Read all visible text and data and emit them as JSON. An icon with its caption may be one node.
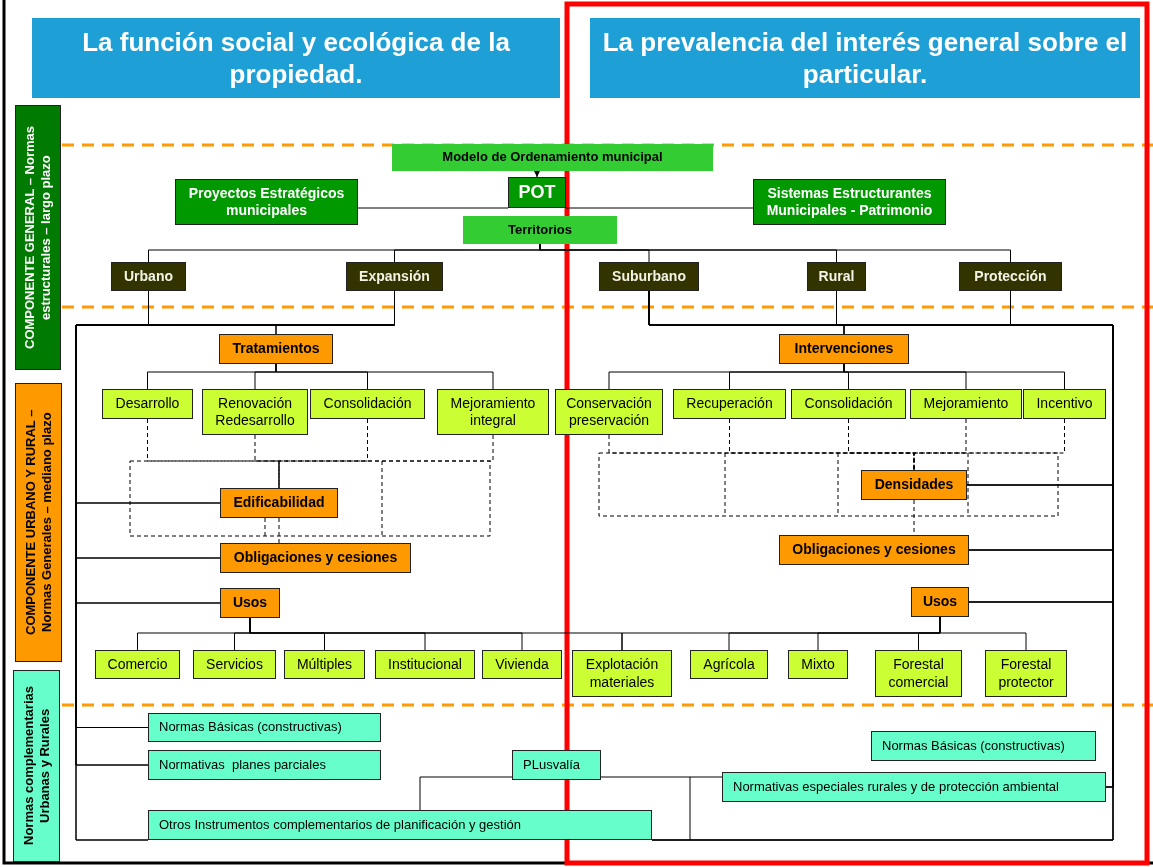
{
  "diagram": {
    "nodes": [
      {
        "text": [
          "La función social y ecológica de la propiedad."
        ]
      },
      {
        "text": [
          "La prevalencia del interés general sobre el particular."
        ]
      },
      {
        "text": [
          "COMPONENTE GENERAL – Normas estructurales – largo plazo"
        ]
      },
      {
        "text": [
          "COMPONENTE URBANO Y RURAL – Normas Generales – mediano plazo"
        ]
      },
      {
        "text": [
          "Normas complementarias Urbanas y Rurales"
        ]
      },
      {
        "text": [
          "Modelo de Ordenamiento municipal"
        ]
      },
      {
        "text": [
          "POT"
        ]
      },
      {
        "text": [
          "Proyectos Estratégicos municipales"
        ]
      },
      {
        "text": [
          "Sistemas Estructurantes Municipales - Patrimonio"
        ]
      },
      {
        "text": [
          "Territorios"
        ]
      },
      {
        "text": [
          "Urbano"
        ]
      },
      {
        "text": [
          "Expansión"
        ]
      },
      {
        "text": [
          "Suburbano"
        ]
      },
      {
        "text": [
          "Rural"
        ]
      },
      {
        "text": [
          "Protección"
        ]
      },
      {
        "text": [
          "Tratamientos"
        ]
      },
      {
        "text": [
          "Desarrollo"
        ]
      },
      {
        "text": [
          "Renovación Redesarrollo"
        ]
      },
      {
        "text": [
          "Consolidación"
        ]
      },
      {
        "text": [
          "Mejoramiento integral"
        ]
      },
      {
        "text": [
          "Edificabilidad"
        ]
      },
      {
        "text": [
          "Obligaciones y cesiones"
        ]
      },
      {
        "text": [
          "Usos"
        ]
      },
      {
        "text": [
          "Comercio"
        ]
      },
      {
        "text": [
          "Servicios"
        ]
      },
      {
        "text": [
          "Múltiples"
        ]
      },
      {
        "text": [
          "Institucional"
        ]
      },
      {
        "text": [
          "Vivienda"
        ]
      },
      {
        "text": [
          "Explotación materiales"
        ]
      },
      {
        "text": [
          "Agrícola"
        ]
      },
      {
        "text": [
          "Mixto"
        ]
      },
      {
        "text": [
          "Forestal comercial"
        ]
      },
      {
        "text": [
          "Forestal protector"
        ]
      },
      {
        "text": [
          "Intervenciones"
        ]
      },
      {
        "text": [
          "Conservación preservación"
        ]
      },
      {
        "text": [
          "Recuperación"
        ]
      },
      {
        "text": [
          "Consolidación"
        ]
      },
      {
        "text": [
          "Mejoramiento"
        ]
      },
      {
        "text": [
          "Incentivo"
        ]
      },
      {
        "text": [
          "Densidades"
        ]
      },
      {
        "text": [
          "Obligaciones y cesiones"
        ]
      },
      {
        "text": [
          "Usos"
        ]
      },
      {
        "text": [
          "Normas Básicas (constructivas)"
        ]
      },
      {
        "text": [
          "Normativas  planes parciales"
        ]
      },
      {
        "text": [
          "PLusvalía"
        ]
      },
      {
        "text": [
          "Otros Instrumentos complementarios de planificación y gestión"
        ]
      },
      {
        "text": [
          "Normas Básicas (constructivas)"
        ]
      },
      {
        "text": [
          "Normativas especiales rurales y de protección ambiental"
        ]
      }
    ],
    "edges": [
      {
        "from": 5,
        "to": 6,
        "arrow": "to"
      },
      {
        "from": 7,
        "to": 6,
        "arrow": "none"
      },
      {
        "from": 6,
        "to": 8,
        "arrow": "none"
      },
      {
        "from": 9,
        "to": 10,
        "arrow": "none"
      },
      {
        "from": 9,
        "to": 11,
        "arrow": "none"
      },
      {
        "from": 9,
        "to": 12,
        "arrow": "none"
      },
      {
        "from": 9,
        "to": 13,
        "arrow": "none"
      },
      {
        "from": 9,
        "to": 14,
        "arrow": "none"
      },
      {
        "from": 10,
        "to": 15,
        "arrow": "none"
      },
      {
        "from": 11,
        "to": 15,
        "arrow": "none"
      },
      {
        "from": 15,
        "to": 16,
        "arrow": "none"
      },
      {
        "from": 15,
        "to": 17,
        "arrow": "none"
      },
      {
        "from": 15,
        "to": 18,
        "arrow": "none"
      },
      {
        "from": 15,
        "to": 19,
        "arrow": "none"
      },
      {
        "from": 16,
        "to": 20,
        "arrow": "none",
        "style": "dashed"
      },
      {
        "from": 17,
        "to": 20,
        "arrow": "none",
        "style": "dashed"
      },
      {
        "from": 18,
        "to": 20,
        "arrow": "none",
        "style": "dashed"
      },
      {
        "from": 19,
        "to": 20,
        "arrow": "none",
        "style": "dashed"
      },
      {
        "from": 20,
        "to": 21,
        "arrow": "none",
        "style": "dashed"
      },
      {
        "from": 10,
        "to": 20,
        "arrow": "none"
      },
      {
        "from": 10,
        "to": 21,
        "arrow": "none"
      },
      {
        "from": 10,
        "to": 22,
        "arrow": "none"
      },
      {
        "from": 10,
        "to": 42,
        "arrow": "none"
      },
      {
        "from": 10,
        "to": 43,
        "arrow": "none"
      },
      {
        "from": 10,
        "to": 45,
        "arrow": "none"
      },
      {
        "from": 11,
        "to": 20,
        "arrow": "none"
      },
      {
        "from": 11,
        "to": 21,
        "arrow": "none"
      },
      {
        "from": 11,
        "to": 22,
        "arrow": "none"
      },
      {
        "from": 11,
        "to": 42,
        "arrow": "none"
      },
      {
        "from": 11,
        "to": 43,
        "arrow": "none"
      },
      {
        "from": 11,
        "to": 45,
        "arrow": "none"
      },
      {
        "from": 22,
        "to": 23,
        "arrow": "none"
      },
      {
        "from": 22,
        "to": 24,
        "arrow": "none"
      },
      {
        "from": 22,
        "to": 25,
        "arrow": "none"
      },
      {
        "from": 22,
        "to": 26,
        "arrow": "none"
      },
      {
        "from": 22,
        "to": 27,
        "arrow": "none"
      },
      {
        "from": 22,
        "to": 28,
        "arrow": "none"
      },
      {
        "from": 41,
        "to": 28,
        "arrow": "none"
      },
      {
        "from": 41,
        "to": 29,
        "arrow": "none"
      },
      {
        "from": 41,
        "to": 30,
        "arrow": "none"
      },
      {
        "from": 41,
        "to": 31,
        "arrow": "none"
      },
      {
        "from": 41,
        "to": 32,
        "arrow": "none"
      },
      {
        "from": 12,
        "to": 33,
        "arrow": "none"
      },
      {
        "from": 13,
        "to": 33,
        "arrow": "none"
      },
      {
        "from": 14,
        "to": 33,
        "arrow": "none"
      },
      {
        "from": 33,
        "to": 34,
        "arrow": "none"
      },
      {
        "from": 33,
        "to": 35,
        "arrow": "none"
      },
      {
        "from": 33,
        "to": 36,
        "arrow": "none"
      },
      {
        "from": 33,
        "to": 37,
        "arrow": "none"
      },
      {
        "from": 33,
        "to": 38,
        "arrow": "none"
      },
      {
        "from": 34,
        "to": 39,
        "arrow": "none",
        "style": "dashed"
      },
      {
        "from": 35,
        "to": 39,
        "arrow": "none",
        "style": "dashed"
      },
      {
        "from": 36,
        "to": 39,
        "arrow": "none",
        "style": "dashed"
      },
      {
        "from": 37,
        "to": 39,
        "arrow": "none",
        "style": "dashed"
      },
      {
        "from": 38,
        "to": 39,
        "arrow": "none",
        "style": "dashed"
      },
      {
        "from": 39,
        "to": 40,
        "arrow": "none",
        "style": "dashed"
      },
      {
        "from": 12,
        "to": 39,
        "arrow": "none"
      },
      {
        "from": 12,
        "to": 40,
        "arrow": "none"
      },
      {
        "from": 12,
        "to": 41,
        "arrow": "none"
      },
      {
        "from": 12,
        "to": 47,
        "arrow": "none"
      },
      {
        "from": 12,
        "to": 45,
        "arrow": "none"
      },
      {
        "from": 13,
        "to": 39,
        "arrow": "none"
      },
      {
        "from": 13,
        "to": 40,
        "arrow": "none"
      },
      {
        "from": 13,
        "to": 41,
        "arrow": "none"
      },
      {
        "from": 13,
        "to": 47,
        "arrow": "none"
      },
      {
        "from": 13,
        "to": 45,
        "arrow": "none"
      },
      {
        "from": 14,
        "to": 39,
        "arrow": "none"
      },
      {
        "from": 14,
        "to": 40,
        "arrow": "none"
      },
      {
        "from": 14,
        "to": 41,
        "arrow": "none"
      },
      {
        "from": 14,
        "to": 47,
        "arrow": "none"
      },
      {
        "from": 14,
        "to": 45,
        "arrow": "none"
      },
      {
        "from": 44,
        "to": 45,
        "arrow": "none"
      },
      {
        "from": 44,
        "to": 47,
        "arrow": "none"
      }
    ]
  }
}
